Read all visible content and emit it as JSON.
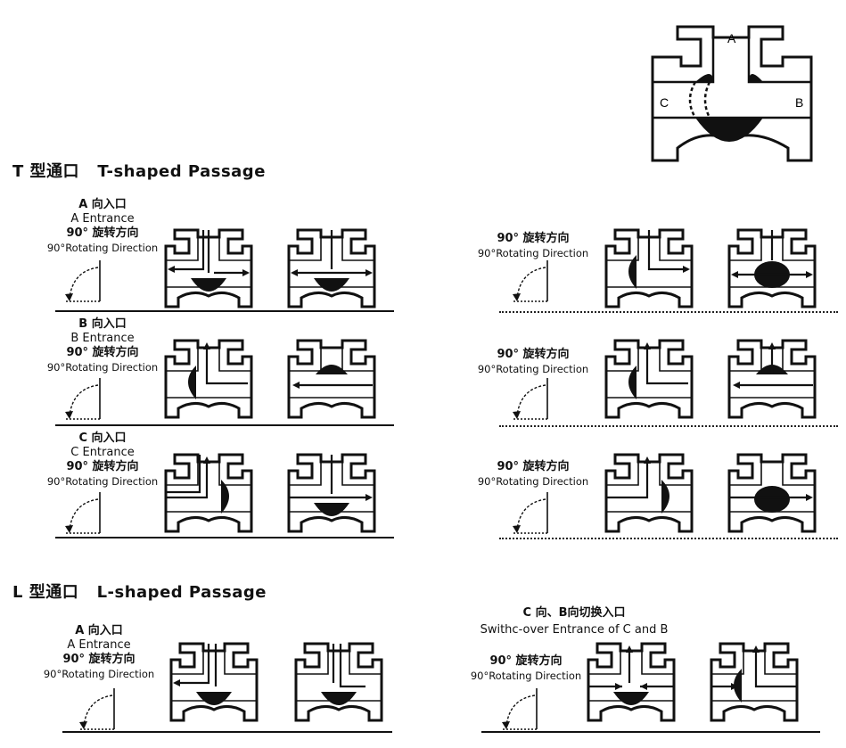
{
  "main_diagram": {
    "port_a": "A",
    "port_b": "B",
    "port_c": "C"
  },
  "t_section": {
    "heading_cn": "T 型通口",
    "heading_en": "T-shaped Passage",
    "rows": [
      {
        "cn": "A 向入口",
        "en": "A Entrance",
        "rot_cn": "90°  旋转方向",
        "rot_en": "90°Rotating Direction",
        "right_rot_cn": "90°  旋转方向",
        "right_rot_en": "90°Rotating Direction"
      },
      {
        "cn": "B 向入口",
        "en": "B Entrance",
        "rot_cn": "90°  旋转方向",
        "rot_en": "90°Rotating Direction",
        "right_rot_cn": "90°  旋转方向",
        "right_rot_en": "90°Rotating Direction"
      },
      {
        "cn": "C 向入口",
        "en": "C Entrance",
        "rot_cn": "90°  旋转方向",
        "rot_en": "90°Rotating Direction",
        "right_rot_cn": "90°  旋转方向",
        "right_rot_en": "90°Rotating Direction"
      }
    ]
  },
  "l_section": {
    "heading_cn": "L 型通口",
    "heading_en": "L-shaped Passage",
    "left": {
      "cn": "A 向入口",
      "en": "A Entrance",
      "rot_cn": "90°  旋转方向",
      "rot_en": "90°Rotating Direction"
    },
    "right": {
      "cn": "C 向、B向切换入口",
      "en": "Swithc-over Entrance of C and B",
      "rot_cn": "90°  旋转方向",
      "rot_en": "90°Rotating Direction"
    }
  }
}
